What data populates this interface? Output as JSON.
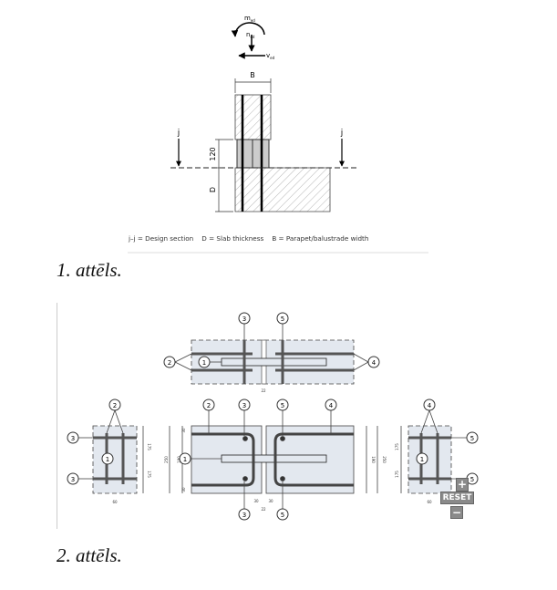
{
  "figure1": {
    "forces": {
      "moment": "m",
      "moment_sub": "ed",
      "normal": "n",
      "normal_sub": "ed",
      "shear": "v",
      "shear_sub": "ed"
    },
    "dims": {
      "width": "B",
      "insulation": "120",
      "slab": "D"
    },
    "section_mark": "j",
    "legend": "j–j = Design section    D = Slab thickness    B = Parapet/balustrade width",
    "caption": "1. attēls."
  },
  "figure2": {
    "markers": [
      "1",
      "2",
      "3",
      "4",
      "5"
    ],
    "dims": {
      "total": "250",
      "inner": "190",
      "cover": "30",
      "bar_spacing": "175",
      "width": "60",
      "gap": "22",
      "edge": "30"
    },
    "controls": {
      "zoom_in": "+",
      "reset": "RESET",
      "zoom_out": "−"
    },
    "caption": "2. attēls."
  }
}
